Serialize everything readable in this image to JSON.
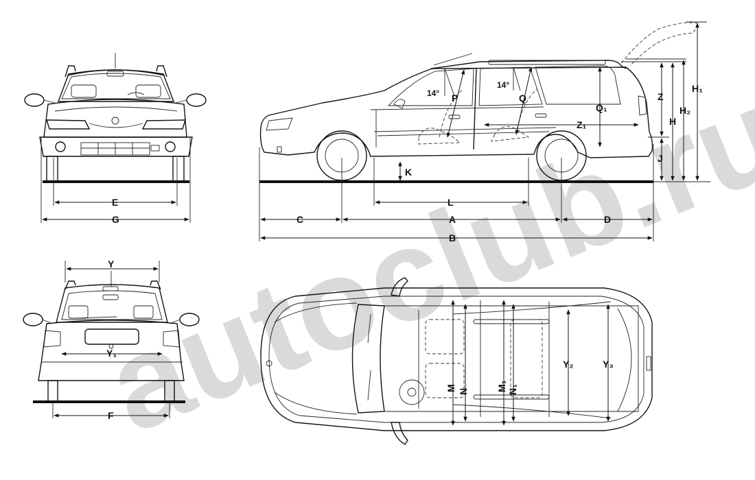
{
  "watermark": "autoclub.ru",
  "angles": {
    "front": "14°",
    "rear": "14°"
  },
  "labels": {
    "P": "P",
    "Q": "Q",
    "Q1": "Q₁",
    "Z": "Z",
    "Z1": "Z₁",
    "H": "H",
    "H1": "H₁",
    "H2": "H₂",
    "J": "J",
    "K": "K",
    "L": "L",
    "A": "A",
    "B": "B",
    "C": "C",
    "D": "D",
    "E": "E",
    "G": "G",
    "Y": "Y",
    "Y1": "Y₁",
    "F": "F",
    "M": "M",
    "N": "N",
    "M1": "M₁",
    "N1": "N₁",
    "Y2": "Y₂",
    "Y3": "Y₃"
  }
}
